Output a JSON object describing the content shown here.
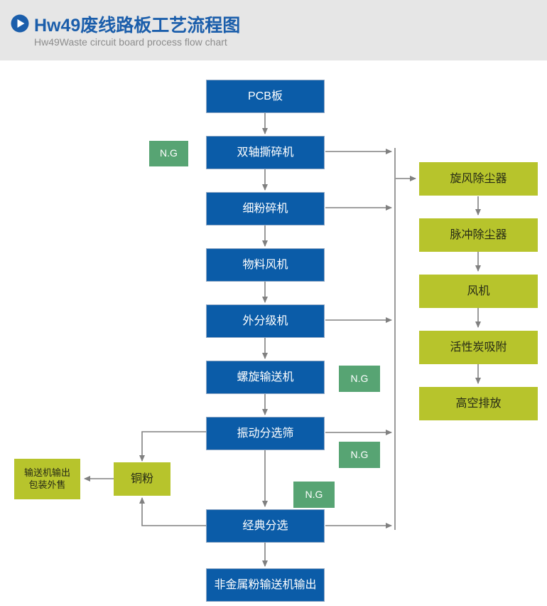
{
  "header": {
    "icon": "play-circle-icon",
    "title_cn": "Hw49废线路板工艺流程图",
    "title_en": "Hw49Waste circuit board process flow chart",
    "title_color": "#1b5eab",
    "band_color": "#e6e6e6"
  },
  "palette": {
    "blue": "#0b5ca8",
    "olive": "#b7c42c",
    "green_ng": "#57a473",
    "connector": "#808080"
  },
  "chart_data": {
    "type": "diagram",
    "title": "Hw49废线路板工艺流程图",
    "subtitle": "Hw49Waste circuit board process flow chart",
    "main_chain": [
      "PCB板",
      "双轴撕碎机",
      "细粉碎机",
      "物料风机",
      "外分级机",
      "螺旋输送机",
      "振动分选筛",
      "经典分选",
      "非金属粉输送机输出"
    ],
    "dust_chain": [
      "旋风除尘器",
      "脉冲除尘器",
      "风机",
      "活性炭吸附",
      "高空排放"
    ],
    "side_outputs": [
      "铜粉",
      "输送机输出包装外售"
    ],
    "badges": [
      "N.G",
      "N.G",
      "N.G",
      "N.G"
    ],
    "edges": [
      {
        "from": "PCB板",
        "to": "双轴撕碎机"
      },
      {
        "from": "双轴撕碎机",
        "to": "细粉碎机"
      },
      {
        "from": "细粉碎机",
        "to": "物料风机"
      },
      {
        "from": "物料风机",
        "to": "外分级机"
      },
      {
        "from": "外分级机",
        "to": "螺旋输送机"
      },
      {
        "from": "螺旋输送机",
        "to": "振动分选筛"
      },
      {
        "from": "振动分选筛",
        "to": "经典分选"
      },
      {
        "from": "经典分选",
        "to": "非金属粉输送机输出"
      },
      {
        "from": "双轴撕碎机",
        "to": "dust-bus"
      },
      {
        "from": "细粉碎机",
        "to": "dust-bus"
      },
      {
        "from": "外分级机",
        "to": "dust-bus"
      },
      {
        "from": "振动分选筛",
        "to": "dust-bus"
      },
      {
        "from": "经典分选",
        "to": "dust-bus"
      },
      {
        "from": "dust-bus",
        "to": "旋风除尘器"
      },
      {
        "from": "旋风除尘器",
        "to": "脉冲除尘器"
      },
      {
        "from": "脉冲除尘器",
        "to": "风机"
      },
      {
        "from": "风机",
        "to": "活性炭吸附"
      },
      {
        "from": "活性炭吸附",
        "to": "高空排放"
      },
      {
        "from": "振动分选筛",
        "to": "铜粉"
      },
      {
        "from": "经典分选",
        "to": "铜粉"
      },
      {
        "from": "铜粉",
        "to": "输送机输出包装外售"
      }
    ]
  },
  "nodes": {
    "pcb": "PCB板",
    "shredder": "双轴撕碎机",
    "fine_crusher": "细粉碎机",
    "material_fan": "物料风机",
    "classifier": "外分级机",
    "screw_conveyor": "螺旋输送机",
    "vibrating_screen": "振动分选筛",
    "classic_sorting": "经典分选",
    "nonmetal_output": "非金属粉输送机输出",
    "cyclone": "旋风除尘器",
    "pulse_dust": "脉冲除尘器",
    "fan": "风机",
    "carbon_adsorption": "活性炭吸附",
    "high_emission": "高空排放",
    "copper_powder": "铜粉",
    "conveyor_sale_line1": "输送机输出",
    "conveyor_sale_line2": "包装外售"
  },
  "badges": {
    "ng1": "N.G",
    "ng2": "N.G",
    "ng3": "N.G",
    "ng4": "N.G"
  }
}
